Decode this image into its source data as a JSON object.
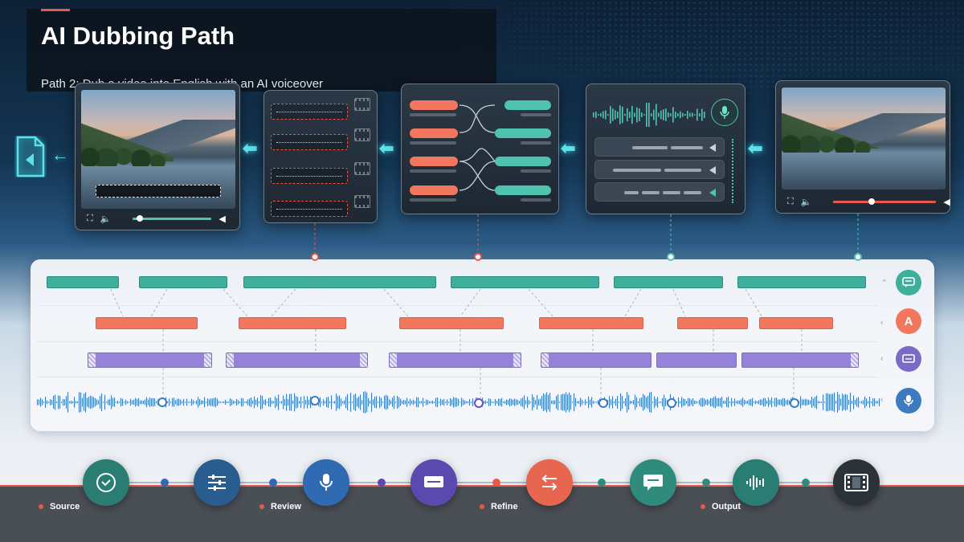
{
  "header": {
    "title": "AI Dubbing Path",
    "subtitle": "Path 2: Dub a video into English with an AI voiceover"
  },
  "colors": {
    "accent": "#e8584a",
    "teal": "#3fae9c",
    "orange": "#f2775f",
    "purple": "#9483d9",
    "blue": "#3d7bc0",
    "cyan_arrow": "#5fe0e8"
  },
  "pipeline_panels": [
    {
      "name": "output-video-panel",
      "icon": "video-preview"
    },
    {
      "name": "subtitle-segments-panel",
      "icon": "film-strip-icon"
    },
    {
      "name": "translation-mapping-panel",
      "icon": "mapping"
    },
    {
      "name": "voice-generation-panel",
      "icon": "microphone-icon"
    },
    {
      "name": "source-video-panel",
      "icon": "video-preview"
    }
  ],
  "icons": {
    "export": "file-export-icon",
    "timeline_tracks": [
      "chat-bubble-icon",
      "translate-icon",
      "caption-icon",
      "microphone-icon"
    ],
    "steps": [
      "clock-icon",
      "sliders-icon",
      "microphone-icon",
      "caption-icon",
      "swap-icon",
      "chat-bubble-icon",
      "waveform-icon",
      "film-icon"
    ]
  },
  "stages": [
    "Source",
    "Review",
    "Refine",
    "Output"
  ]
}
